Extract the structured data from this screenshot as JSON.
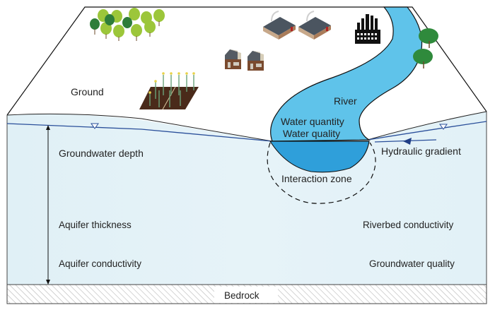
{
  "labels": {
    "ground": "Ground",
    "river": "River",
    "water_quantity": "Water quantity",
    "water_quality": "Water quality",
    "groundwater_depth": "Groundwater depth",
    "interaction_zone": "Interaction zone",
    "hydraulic_gradient": "Hydraulic gradient",
    "aquifer_thickness": "Aquifer thickness",
    "riverbed_conductivity": "Riverbed conductivity",
    "aquifer_conductivity": "Aquifer conductivity",
    "groundwater_quality": "Groundwater quality",
    "bedrock": "Bedrock"
  },
  "icons": {
    "forest": "tree-cluster-icon",
    "cropland": "corn-field-icon",
    "factories": "factory-building-icon",
    "industry": "industry-silhouette-icon",
    "houses": "house-icon",
    "riparian_trees": "tree-icon",
    "water_table": "water-table-triangle-icon"
  },
  "colors": {
    "river": "#5fc3ea",
    "river_bed": "#2f9fda",
    "aquifer": "#e2f1f7",
    "water_table": "#2a4f9a",
    "outline": "#111111",
    "bedrock_hatch": "#b8b8b8",
    "tree_light": "#9cc63a",
    "tree_dark": "#2e7d3a",
    "soil": "#4a2a1a"
  }
}
